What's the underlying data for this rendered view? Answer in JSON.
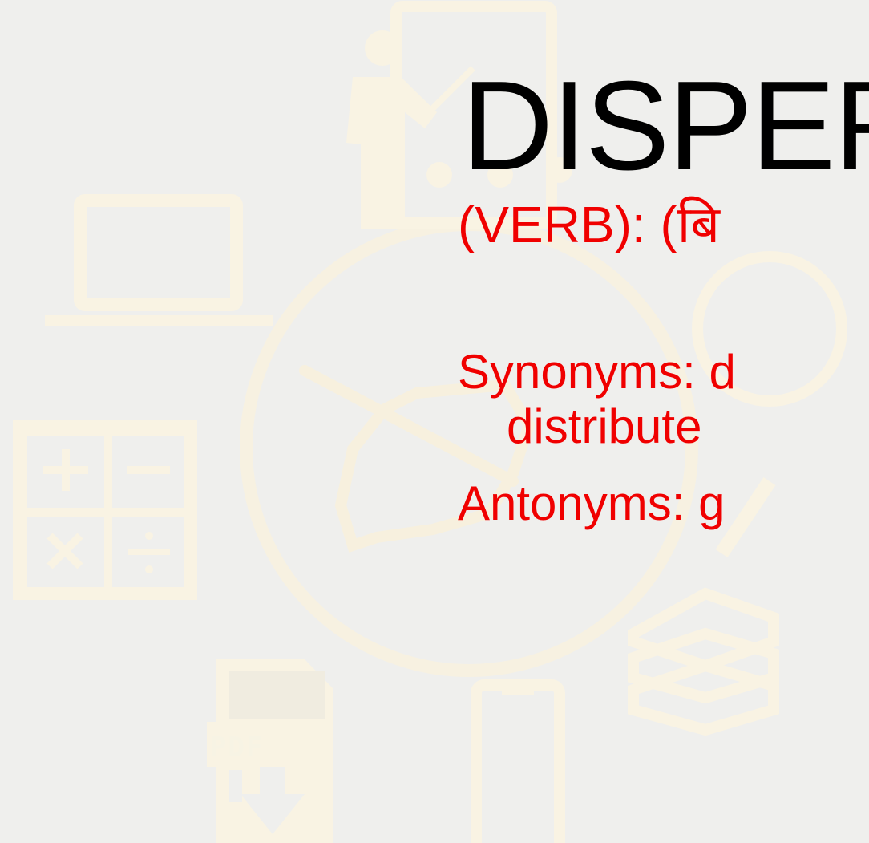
{
  "word": "DISPER",
  "part_of_speech_line": "(VERB): (बि",
  "synonyms_line": "Synonyms: d",
  "synonyms_continuation": "distribute",
  "antonyms_line": "Antonyms: g",
  "background_icons": {
    "pdf_label": "PDF",
    "icons": [
      "teacher-icon",
      "laptop-icon",
      "calculator-icon",
      "writing-hand-icon",
      "pdf-download-icon",
      "smartphone-icon",
      "books-icon",
      "magnifier-icon"
    ]
  },
  "colors": {
    "background": "#efefed",
    "icon_fill": "#f9f3e3",
    "word_color": "#000000",
    "definition_color": "#f00000"
  }
}
